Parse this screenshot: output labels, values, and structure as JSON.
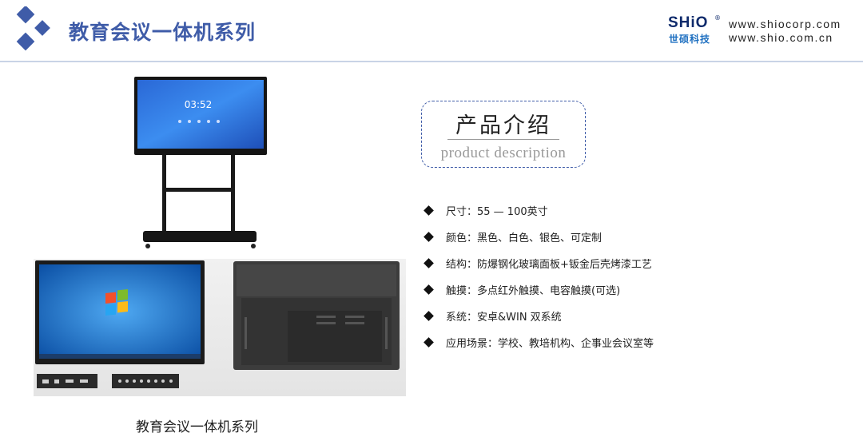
{
  "header": {
    "title": "教育会议一体机系列",
    "brand_name": "SHiO",
    "brand_reg": "®",
    "brand_sub": "世硕科技",
    "url_1": "www.shiocorp.com",
    "url_2": "www.shio.com.cn",
    "accent_color": "#3f5ca8"
  },
  "images": {
    "stand_clock": "03:52",
    "caption": "教育会议一体机系列"
  },
  "intro": {
    "title": "产品介绍",
    "subtitle": "product description"
  },
  "specs": [
    {
      "label": "尺寸：55 — 100英寸"
    },
    {
      "label": "颜色：黑色、白色、银色、可定制"
    },
    {
      "label": "结构：防爆钢化玻璃面板+钣金后壳烤漆工艺"
    },
    {
      "label": "触摸：多点红外触摸、电容触摸(可选)"
    },
    {
      "label": "系统：安卓&WIN 双系统"
    },
    {
      "label": "应用场景：学校、教培机构、企事业会议室等"
    }
  ]
}
